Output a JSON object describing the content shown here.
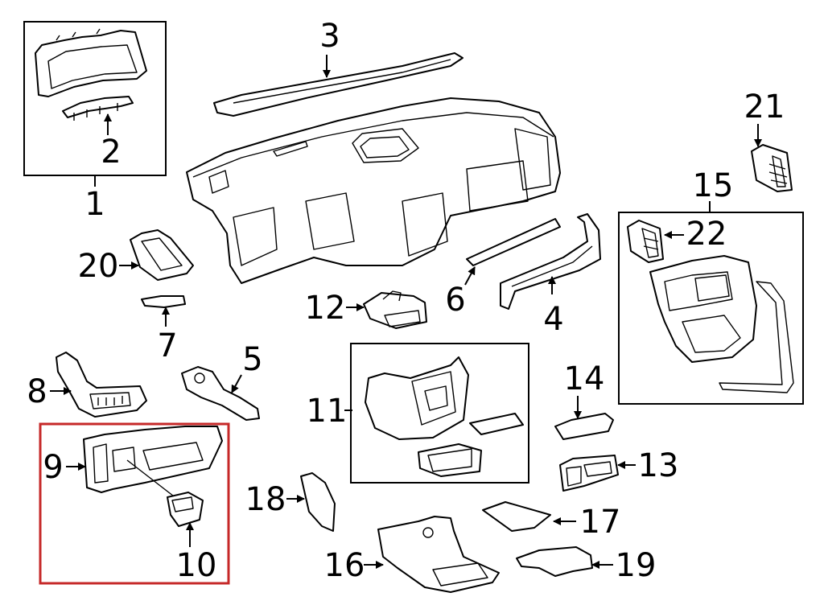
{
  "diagram": {
    "highlight_color": "#c62828",
    "callouts": [
      "1",
      "2",
      "3",
      "4",
      "5",
      "6",
      "7",
      "8",
      "9",
      "10",
      "11",
      "12",
      "13",
      "14",
      "15",
      "16",
      "17",
      "18",
      "19",
      "20",
      "21",
      "22"
    ]
  }
}
